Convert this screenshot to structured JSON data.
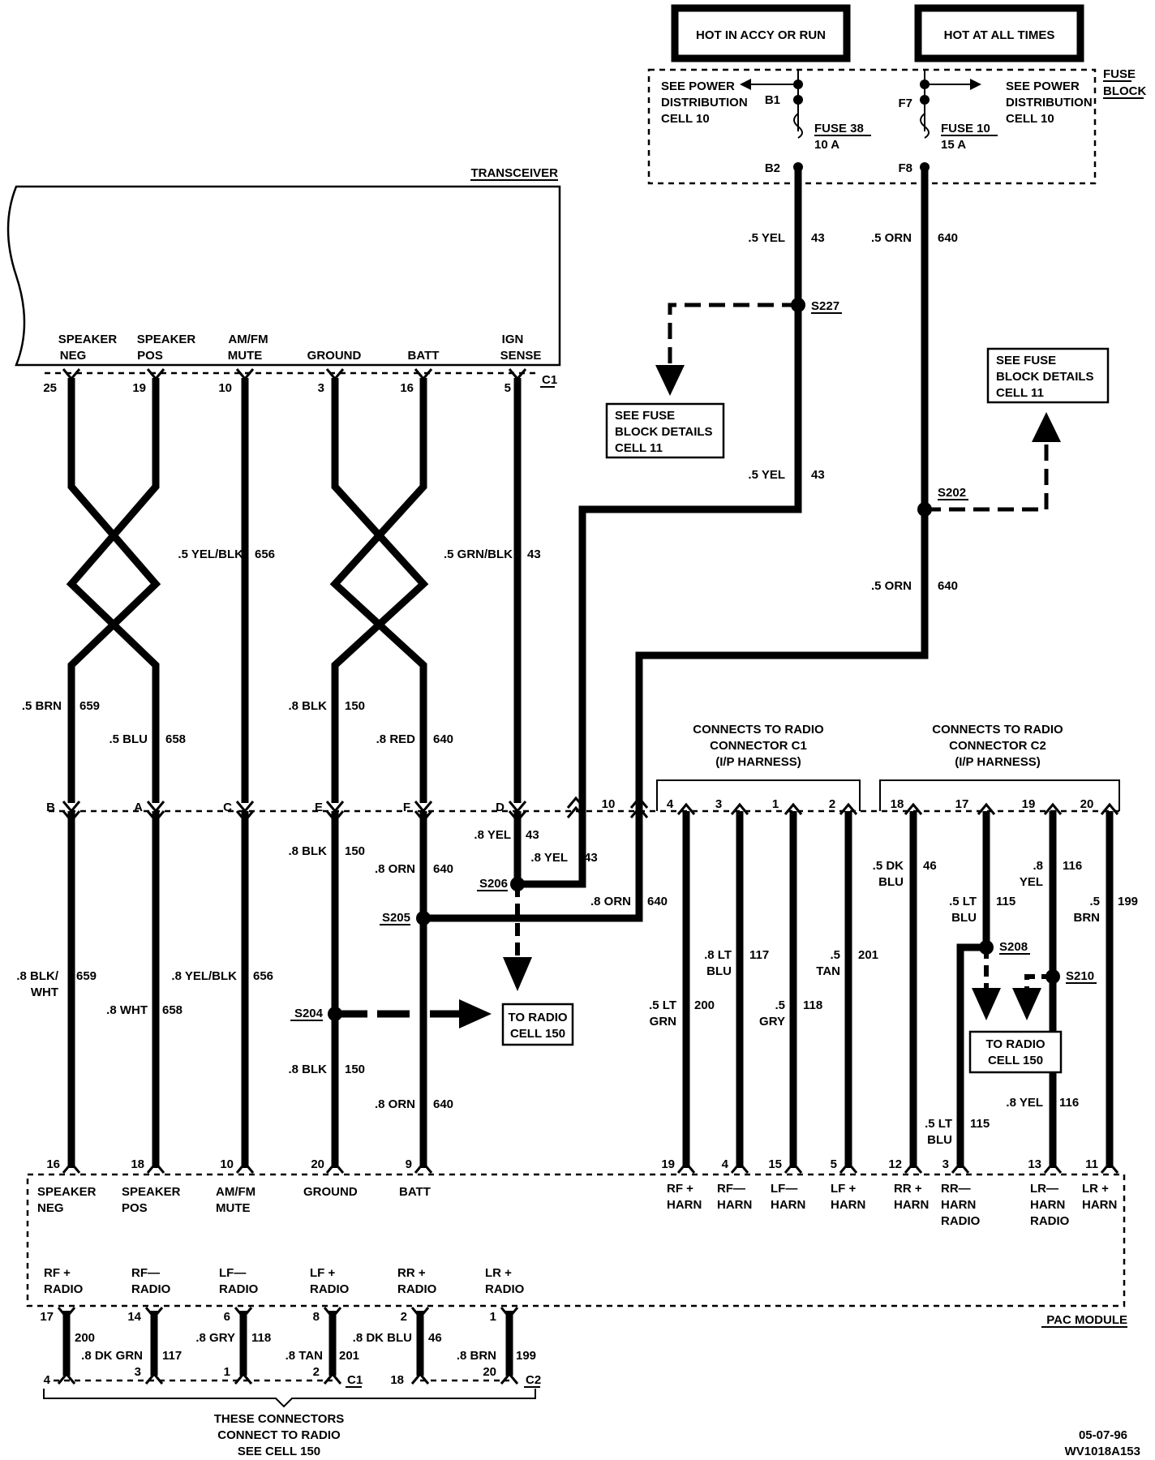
{
  "labels": {
    "hot_accy": "HOT IN ACCY OR RUN",
    "hot_all": "HOT AT ALL TIMES",
    "fuse_block": [
      "FUSE",
      "BLOCK"
    ],
    "see_power_l": [
      "SEE POWER",
      "DISTRIBUTION",
      "CELL 10"
    ],
    "see_power_r": [
      "SEE POWER",
      "DISTRIBUTION",
      "CELL 10"
    ],
    "b1": "B1",
    "b2": "B2",
    "f7": "F7",
    "f8": "F8",
    "fuse38": [
      "FUSE 38",
      "10 A"
    ],
    "fuse10": [
      "FUSE 10",
      "15 A"
    ],
    "transceiver": "TRANSCEIVER",
    "c1": "C1",
    "c2": "C2",
    "pac_module": "PAC MODULE",
    "transceiver_terms": [
      {
        "name": [
          "SPEAKER",
          "NEG"
        ],
        "pin": "25"
      },
      {
        "name": [
          "SPEAKER",
          "POS"
        ],
        "pin": "19"
      },
      {
        "name": [
          "AM/FM",
          "MUTE"
        ],
        "pin": "10"
      },
      {
        "name": [
          "GROUND"
        ],
        "pin": "3"
      },
      {
        "name": [
          "BATT"
        ],
        "pin": "16"
      },
      {
        "name": [
          "IGN",
          "SENSE"
        ],
        "pin": "5"
      }
    ],
    "splices": {
      "s227": "S227",
      "s202": "S202",
      "s206": "S206",
      "s205": "S205",
      "s204": "S204",
      "s208": "S208",
      "s210": "S210"
    },
    "see_fuse_details": [
      "SEE FUSE",
      "BLOCK DETAILS",
      "CELL 11"
    ],
    "to_radio_150": [
      "TO RADIO",
      "CELL 150"
    ],
    "connects_c1": [
      "CONNECTS TO RADIO",
      "CONNECTOR C1",
      "(I/P HARNESS)"
    ],
    "connects_c2": [
      "CONNECTS TO RADIO",
      "CONNECTOR C2",
      "(I/P HARNESS)"
    ],
    "mid_pins": [
      "B",
      "A",
      "C",
      "E",
      "F",
      "D",
      "10",
      "4",
      "3",
      "1",
      "2",
      "18",
      "17",
      "19",
      "20"
    ],
    "wires": {
      "yel43_top": [
        ".5 YEL",
        "43"
      ],
      "orn640_top": [
        ".5 ORN",
        "640"
      ],
      "yel43_mid": [
        ".5 YEL",
        "43"
      ],
      "orn640_mid": [
        ".5 ORN",
        "640"
      ],
      "yelblk656": [
        ".5 YEL/BLK",
        "656"
      ],
      "grnblk43": [
        ".5 GRN/BLK",
        "43"
      ],
      "brn659": [
        ".5 BRN",
        "659"
      ],
      "blu658": [
        ".5 BLU",
        "658"
      ],
      "blk150_top": [
        ".8 BLK",
        "150"
      ],
      "red640": [
        ".8 RED",
        "640"
      ],
      "yel43_s1": [
        ".8 YEL",
        "43"
      ],
      "yel43_s2": [
        ".8 YEL",
        "43"
      ],
      "blk150_mid": [
        ".8 BLK",
        "150"
      ],
      "orn640_s1": [
        ".8 ORN",
        "640"
      ],
      "orn640_s2": [
        ".8 ORN",
        "640"
      ],
      "blkwht659": [
        ".8 BLK/",
        "WHT",
        "659"
      ],
      "wht658": [
        ".8 WHT",
        "658"
      ],
      "yelblk656_low": [
        ".8 YEL/BLK",
        "656"
      ],
      "blk150_low": [
        ".8 BLK",
        "150"
      ],
      "orn640_low": [
        ".8 ORN",
        "640"
      ],
      "ltgrn200": [
        ".5 LT",
        "GRN",
        "200"
      ],
      "ltblu117": [
        ".8 LT",
        "BLU",
        "117"
      ],
      "gry118": [
        ".5",
        "GRY",
        "118"
      ],
      "tan201": [
        ".5",
        "TAN",
        "201"
      ],
      "dkblu46": [
        ".5 DK",
        "BLU",
        "46"
      ],
      "ltblu115": [
        ".5 LT",
        "BLU",
        "115"
      ],
      "yel116": [
        ".8",
        "YEL",
        "116"
      ],
      "brn199": [
        ".5",
        "BRN",
        "199"
      ],
      "ltblu115_low": [
        ".5 LT",
        "BLU",
        "115"
      ],
      "yel116_low": [
        ".8 YEL",
        "116"
      ]
    },
    "pac_top": [
      {
        "pin": "16",
        "name": [
          "SPEAKER",
          "NEG"
        ]
      },
      {
        "pin": "18",
        "name": [
          "SPEAKER",
          "POS"
        ]
      },
      {
        "pin": "10",
        "name": [
          "AM/FM",
          "MUTE"
        ]
      },
      {
        "pin": "20",
        "name": [
          "GROUND"
        ]
      },
      {
        "pin": "9",
        "name": [
          "BATT"
        ]
      },
      {
        "pin": "19",
        "name": [
          "RF +",
          "HARN"
        ]
      },
      {
        "pin": "4",
        "name": [
          "RF—",
          "HARN"
        ]
      },
      {
        "pin": "15",
        "name": [
          "LF—",
          "HARN"
        ]
      },
      {
        "pin": "5",
        "name": [
          "LF +",
          "HARN"
        ]
      },
      {
        "pin": "12",
        "name": [
          "RR +",
          "HARN"
        ]
      },
      {
        "pin": "3",
        "name": [
          "RR—",
          "HARN",
          "RADIO"
        ]
      },
      {
        "pin": "13",
        "name": [
          "LR—",
          "HARN",
          "RADIO"
        ]
      },
      {
        "pin": "11",
        "name": [
          "LR +",
          "HARN"
        ]
      }
    ],
    "pac_bottom": [
      {
        "name": [
          "RF +",
          "RADIO"
        ],
        "pin": "17",
        "wire": "200",
        "color": ".8 DK GRN",
        "num": "117",
        "radio_pin": "4"
      },
      {
        "name": [
          "RF—",
          "RADIO"
        ],
        "pin": "14",
        "radio_pin": "3"
      },
      {
        "name": [
          "LF—",
          "RADIO"
        ],
        "pin": "6",
        "color": ".8 GRY",
        "num": "118",
        "radio_pin": "1"
      },
      {
        "name": [
          "LF +",
          "RADIO"
        ],
        "pin": "8",
        "color": ".8 TAN",
        "num": "201",
        "radio_pin": "2"
      },
      {
        "name": [
          "RR +",
          "RADIO"
        ],
        "pin": "2",
        "color": ".8 DK BLU",
        "num": "46",
        "radio_pin": "18"
      },
      {
        "name": [
          "LR +",
          "RADIO"
        ],
        "pin": "1",
        "color": ".8 BRN",
        "num": "199",
        "radio_pin": "20"
      }
    ],
    "these_connectors": [
      "THESE CONNECTORS",
      "CONNECT TO RADIO",
      "SEE CELL 150"
    ],
    "date": "05-07-96",
    "code": "WV1018A153"
  }
}
